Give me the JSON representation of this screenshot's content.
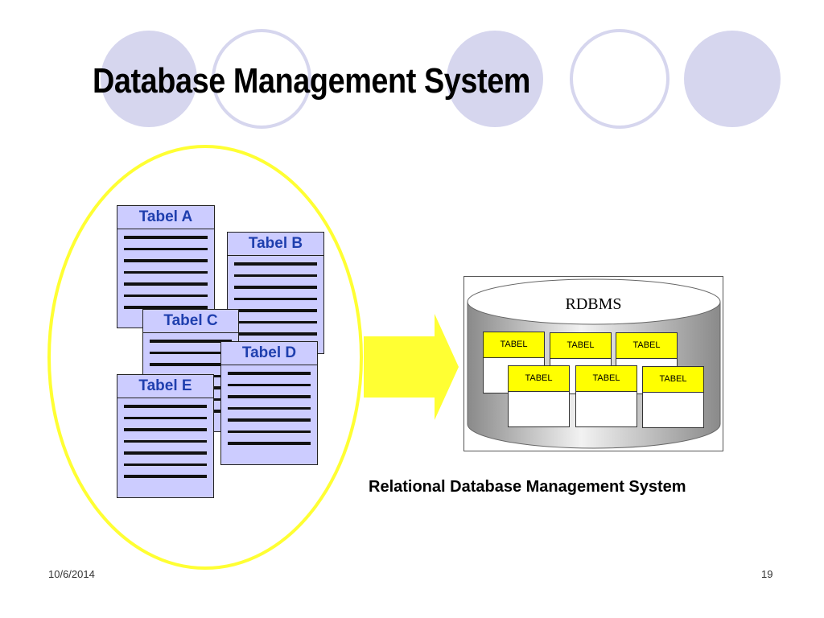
{
  "slide": {
    "title": "Database Management System",
    "caption": "Relational Database Management System",
    "date": "10/6/2014",
    "page_number": "19"
  },
  "documents": [
    {
      "label": "Tabel A"
    },
    {
      "label": "Tabel B"
    },
    {
      "label": "Tabel C"
    },
    {
      "label": "Tabel D"
    },
    {
      "label": "Tabel E"
    }
  ],
  "rdbms": {
    "label": "RDBMS",
    "tables": [
      "TABEL",
      "TABEL",
      "TABEL",
      "TABEL",
      "TABEL",
      "TABEL"
    ]
  },
  "colors": {
    "ellipse": "#ffff33",
    "arrow": "#ffff33",
    "document_fill": "#ccccff",
    "document_label": "#1f3fae",
    "table_header": "#ffff00",
    "decor_circles": "#d6d6ee"
  }
}
